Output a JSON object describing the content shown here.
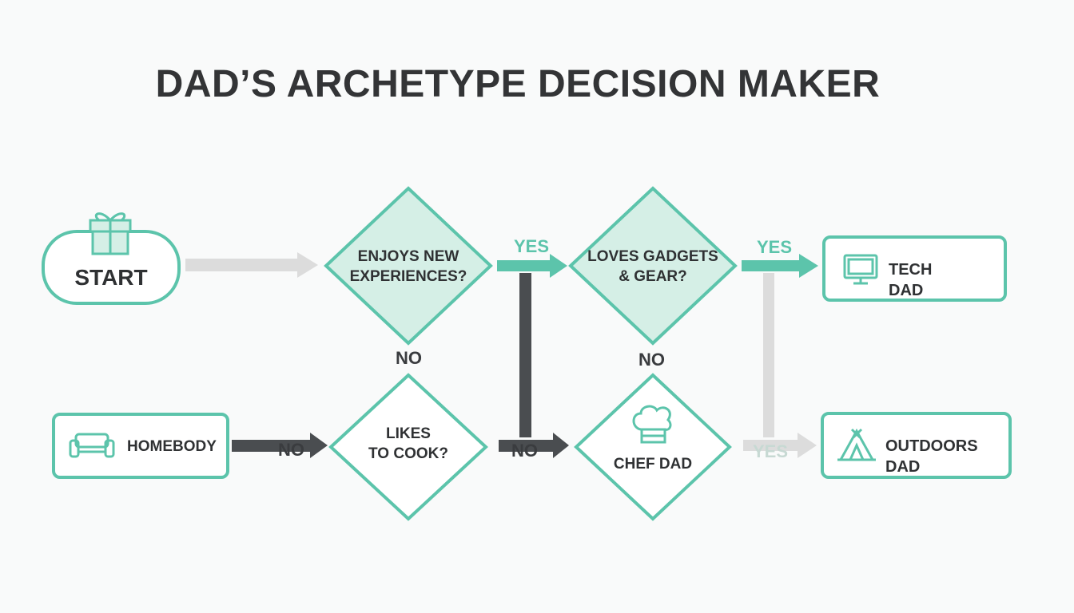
{
  "title": "DAD’S ARCHETYPE DECISION MAKER",
  "colors": {
    "teal": "#5cc4ab",
    "teal_fill": "#d5efe6",
    "dark_arrow": "#4a4d50",
    "light_arrow": "#dcdcdc",
    "text": "#333436"
  },
  "nodes": {
    "start": {
      "label": "START",
      "icon": "gift-icon"
    },
    "q_experiences": {
      "label_line1": "ENJOYS NEW",
      "label_line2": "EXPERIENCES?"
    },
    "q_gadgets": {
      "label_line1": "LOVES GADGETS",
      "label_line2": "& GEAR?"
    },
    "q_cook": {
      "label_line1": "LIKES",
      "label_line2": "TO COOK?"
    },
    "chef_dad": {
      "label": "CHEF DAD",
      "icon": "chef-hat-icon"
    },
    "tech_dad": {
      "label": "TECH DAD",
      "icon": "monitor-icon"
    },
    "outdoors_dad": {
      "label": "OUTDOORS DAD",
      "icon": "tent-icon"
    },
    "homebody": {
      "label": "HOMEBODY",
      "icon": "couch-icon"
    }
  },
  "edge_labels": {
    "exp_yes": "YES",
    "exp_no": "NO",
    "gadgets_yes": "YES",
    "gadgets_no": "NO",
    "cook_no": "NO",
    "cook_yes_no": "NO",
    "outdoors_yes": "YES"
  }
}
